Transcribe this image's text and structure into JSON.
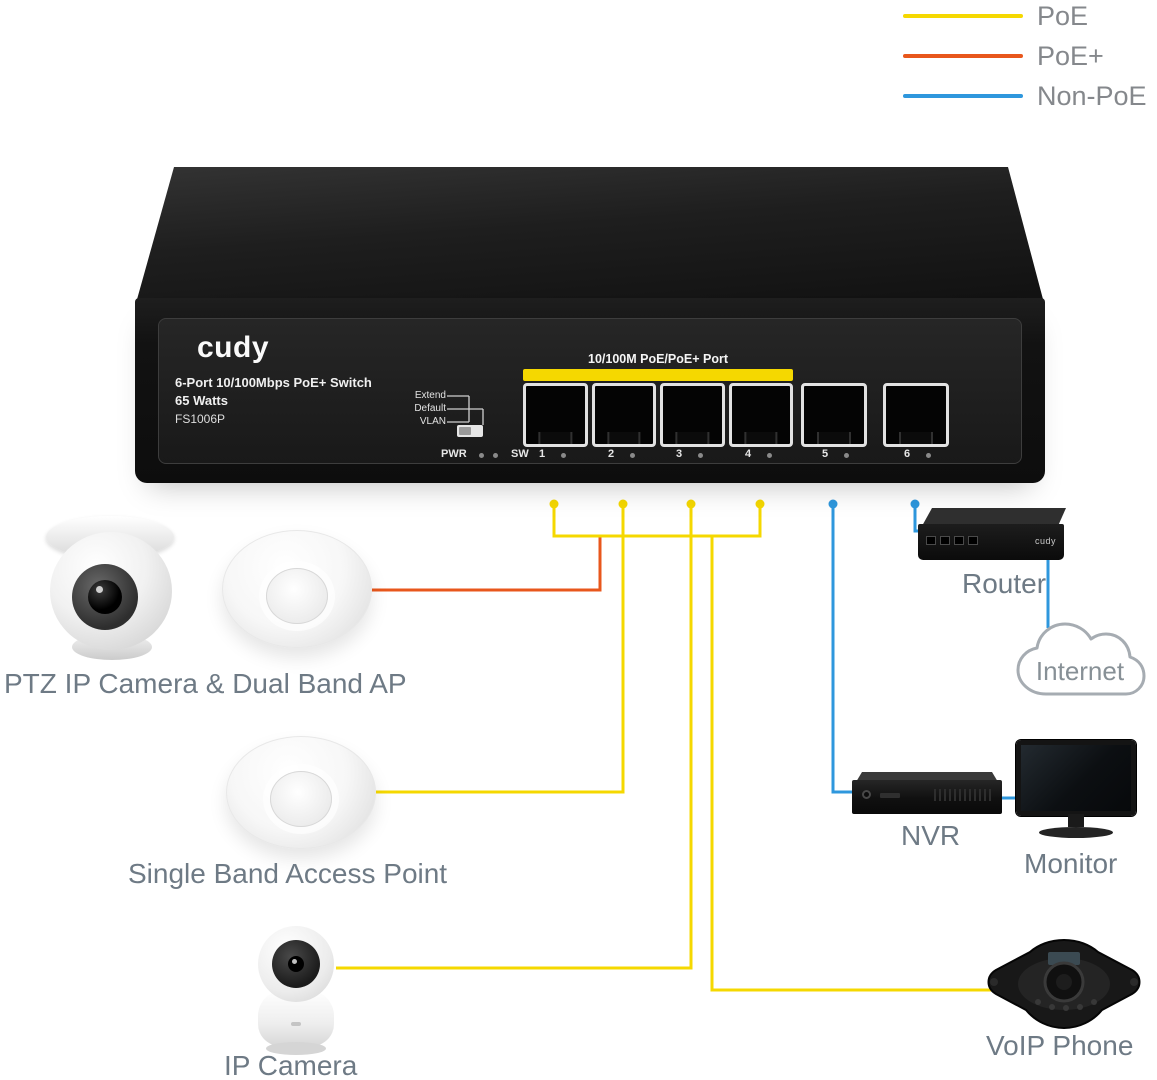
{
  "colors": {
    "poe": "#f5d800",
    "poe_plus": "#e8571c",
    "non_poe": "#2e97dd",
    "label_text": "#6e7a85",
    "legend_text": "#85888c"
  },
  "legend": {
    "items": [
      {
        "label": "PoE"
      },
      {
        "label": "PoE+"
      },
      {
        "label": "Non-PoE"
      }
    ]
  },
  "switch": {
    "brand": "cudy",
    "model_line1": "6-Port 10/100Mbps PoE+ Switch",
    "model_line2": "65 Watts",
    "model_line3": "FS1006P",
    "dip_labels": [
      "Extend",
      "Default",
      "VLAN"
    ],
    "poe_ports_label": "10/100M PoE/PoE+ Port",
    "pwr_label": "PWR",
    "sw_label": "SW",
    "port_numbers": [
      "1",
      "2",
      "3",
      "4",
      "5",
      "6"
    ]
  },
  "devices": {
    "ptz_ap": {
      "label": "PTZ IP Camera & Dual Band AP"
    },
    "single_ap": {
      "label": "Single Band Access Point"
    },
    "ip_camera": {
      "label": "IP Camera"
    },
    "router": {
      "label": "Router",
      "brand": "cudy"
    },
    "internet": {
      "label": "Internet"
    },
    "nvr": {
      "label": "NVR"
    },
    "monitor": {
      "label": "Monitor"
    },
    "voip_phone": {
      "label": "VoIP Phone"
    }
  }
}
